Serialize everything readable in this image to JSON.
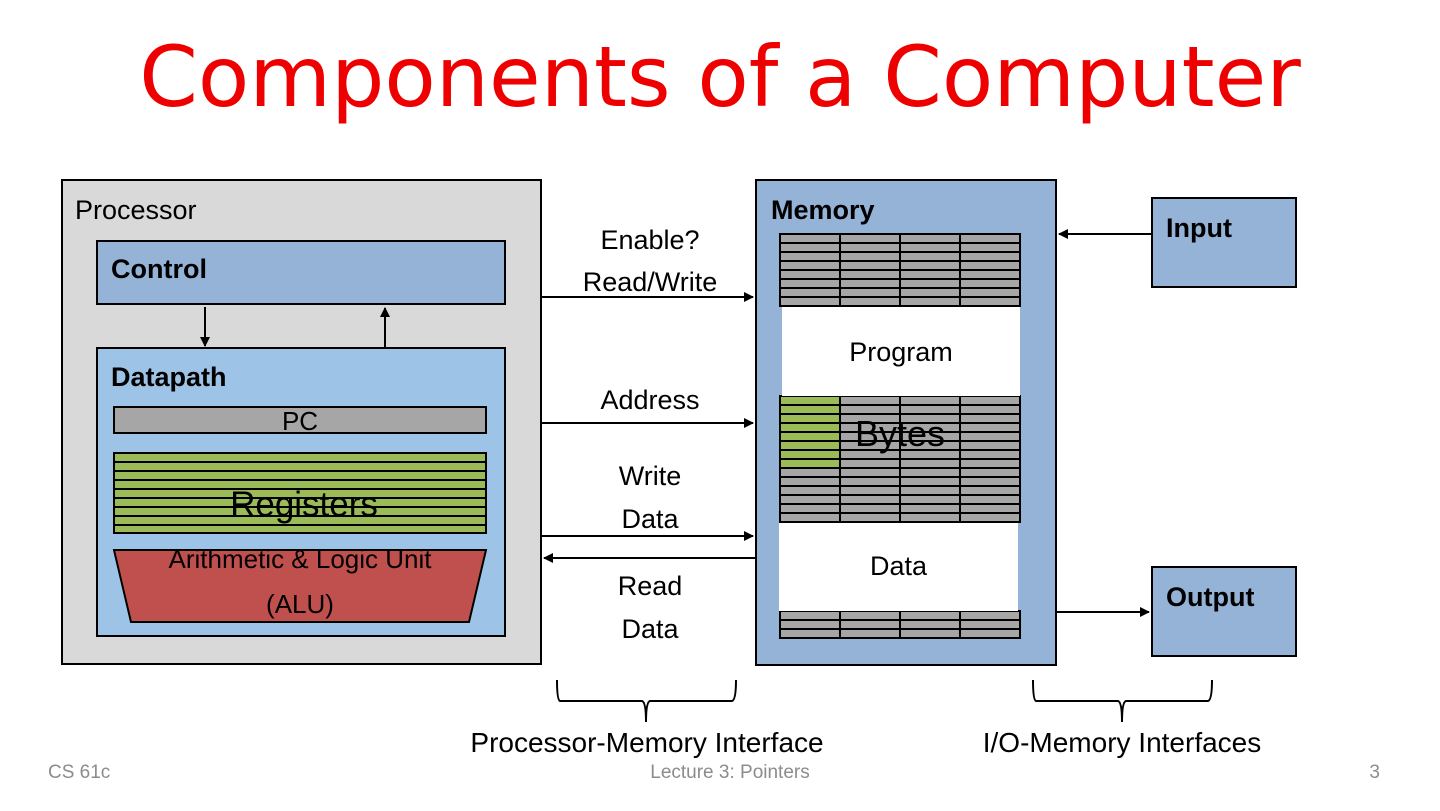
{
  "slide": {
    "title": "Components of a Computer",
    "title_color": "#ee0000"
  },
  "processor": {
    "label": "Processor",
    "control_label": "Control",
    "datapath_label": "Datapath",
    "pc_label": "PC",
    "registers_label": "Registers",
    "alu_label_line1": "Arithmetic & Logic Unit",
    "alu_label_line2": "(ALU)"
  },
  "memory": {
    "label": "Memory",
    "program_label": "Program",
    "bytes_label": "Bytes",
    "data_label": "Data"
  },
  "io": {
    "input_label": "Input",
    "output_label": "Output"
  },
  "signals": {
    "enable_line1": "Enable?",
    "enable_line2": "Read/Write",
    "address": "Address",
    "write_line1": "Write",
    "write_line2": "Data",
    "read_line1": "Read",
    "read_line2": "Data"
  },
  "braces": {
    "processor_memory": "Processor-Memory Interface",
    "io_memory": "I/O-Memory Interfaces"
  },
  "footer": {
    "course": "CS 61c",
    "lecture": "Lecture 3: Pointers",
    "page": "3"
  },
  "colors": {
    "processor_bg": "#d9d9d9",
    "control_bg": "#94b3d7",
    "datapath_bg": "#9dc3e6",
    "pc_bg": "#a6a6a6",
    "register_bg": "#9bbb59",
    "alu_bg": "#c0504d",
    "memory_bg": "#95b3d7",
    "memory_cell_bg": "#a6a6a6"
  }
}
